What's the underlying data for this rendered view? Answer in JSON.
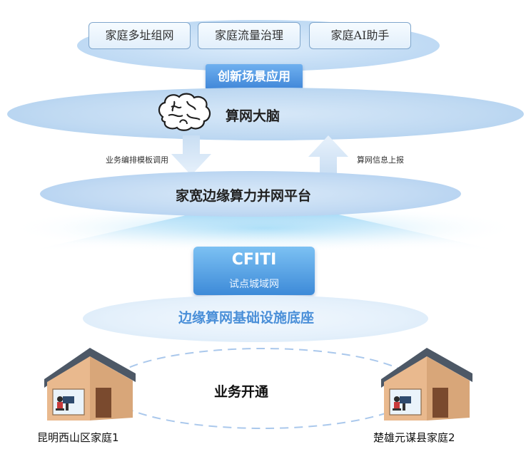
{
  "top_apps": [
    "家庭多址组网",
    "家庭流量治理",
    "家庭AI助手"
  ],
  "scenario_banner": "创新场景应用",
  "brain": {
    "label": "算网大脑",
    "left_flow_label": "业务编排模板调用",
    "right_flow_label": "算网信息上报"
  },
  "platform_label": "家宽边缘算力并网平台",
  "cfiti": {
    "title": "CFITI",
    "subtitle": "试点城域网"
  },
  "infrastructure_label": "边缘算网基础设施底座",
  "service_label": "业务开通",
  "homes": [
    "昆明西山区家庭1",
    "楚雄元谋县家庭2"
  ],
  "icons": [
    "brain-icon",
    "down-arrow-icon",
    "up-arrow-icon",
    "house-icon"
  ],
  "colors": {
    "accent_blue": "#3f86d8",
    "infra_text": "#4a8fd8",
    "house_wall": "#e9b98e",
    "house_roof": "#4d5866"
  }
}
